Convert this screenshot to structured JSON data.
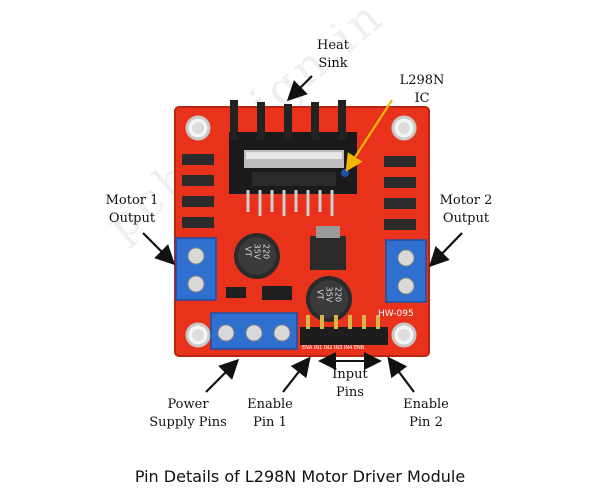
{
  "labels": {
    "heat_sink": [
      "Heat",
      "Sink"
    ],
    "ic": [
      "L298N",
      "IC"
    ],
    "motor1": [
      "Motor 1",
      "Output"
    ],
    "motor2": [
      "Motor 2",
      "Output"
    ],
    "power": [
      "Power",
      "Supply Pins"
    ],
    "enable1": [
      "Enable",
      "Pin 1"
    ],
    "input": [
      "Input",
      "Pins"
    ],
    "enable2": [
      "Enable",
      "Pin 2"
    ]
  },
  "board": {
    "model": "HW-095",
    "capacitor_text": [
      "220",
      "35V",
      "VT"
    ],
    "pin_header_text": "ENA IN1 IN2 IN3 IN4 ENB"
  },
  "watermark": "pcbdesign.in",
  "caption": "Pin Details of L298N Motor Driver Module",
  "colors": {
    "board": "#e8321c",
    "terminal": "#2f6fd0",
    "heatsink": "#1a1a1a",
    "arrow_ic": "#f2b705"
  }
}
